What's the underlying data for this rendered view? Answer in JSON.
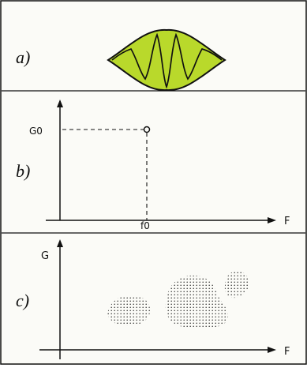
{
  "colors": {
    "background": "#fbfbf7",
    "border": "#111111",
    "ink": "#111111",
    "packet_fill": "#b9d92b",
    "dot_fill": "#333333"
  },
  "panels": {
    "a": {
      "label": "a)"
    },
    "b": {
      "label": "b)",
      "y_tick_label": "G0",
      "x_tick_label": "f0",
      "x_axis_label": "F"
    },
    "c": {
      "label": "c)",
      "y_axis_label": "G",
      "x_axis_label": "F"
    }
  }
}
